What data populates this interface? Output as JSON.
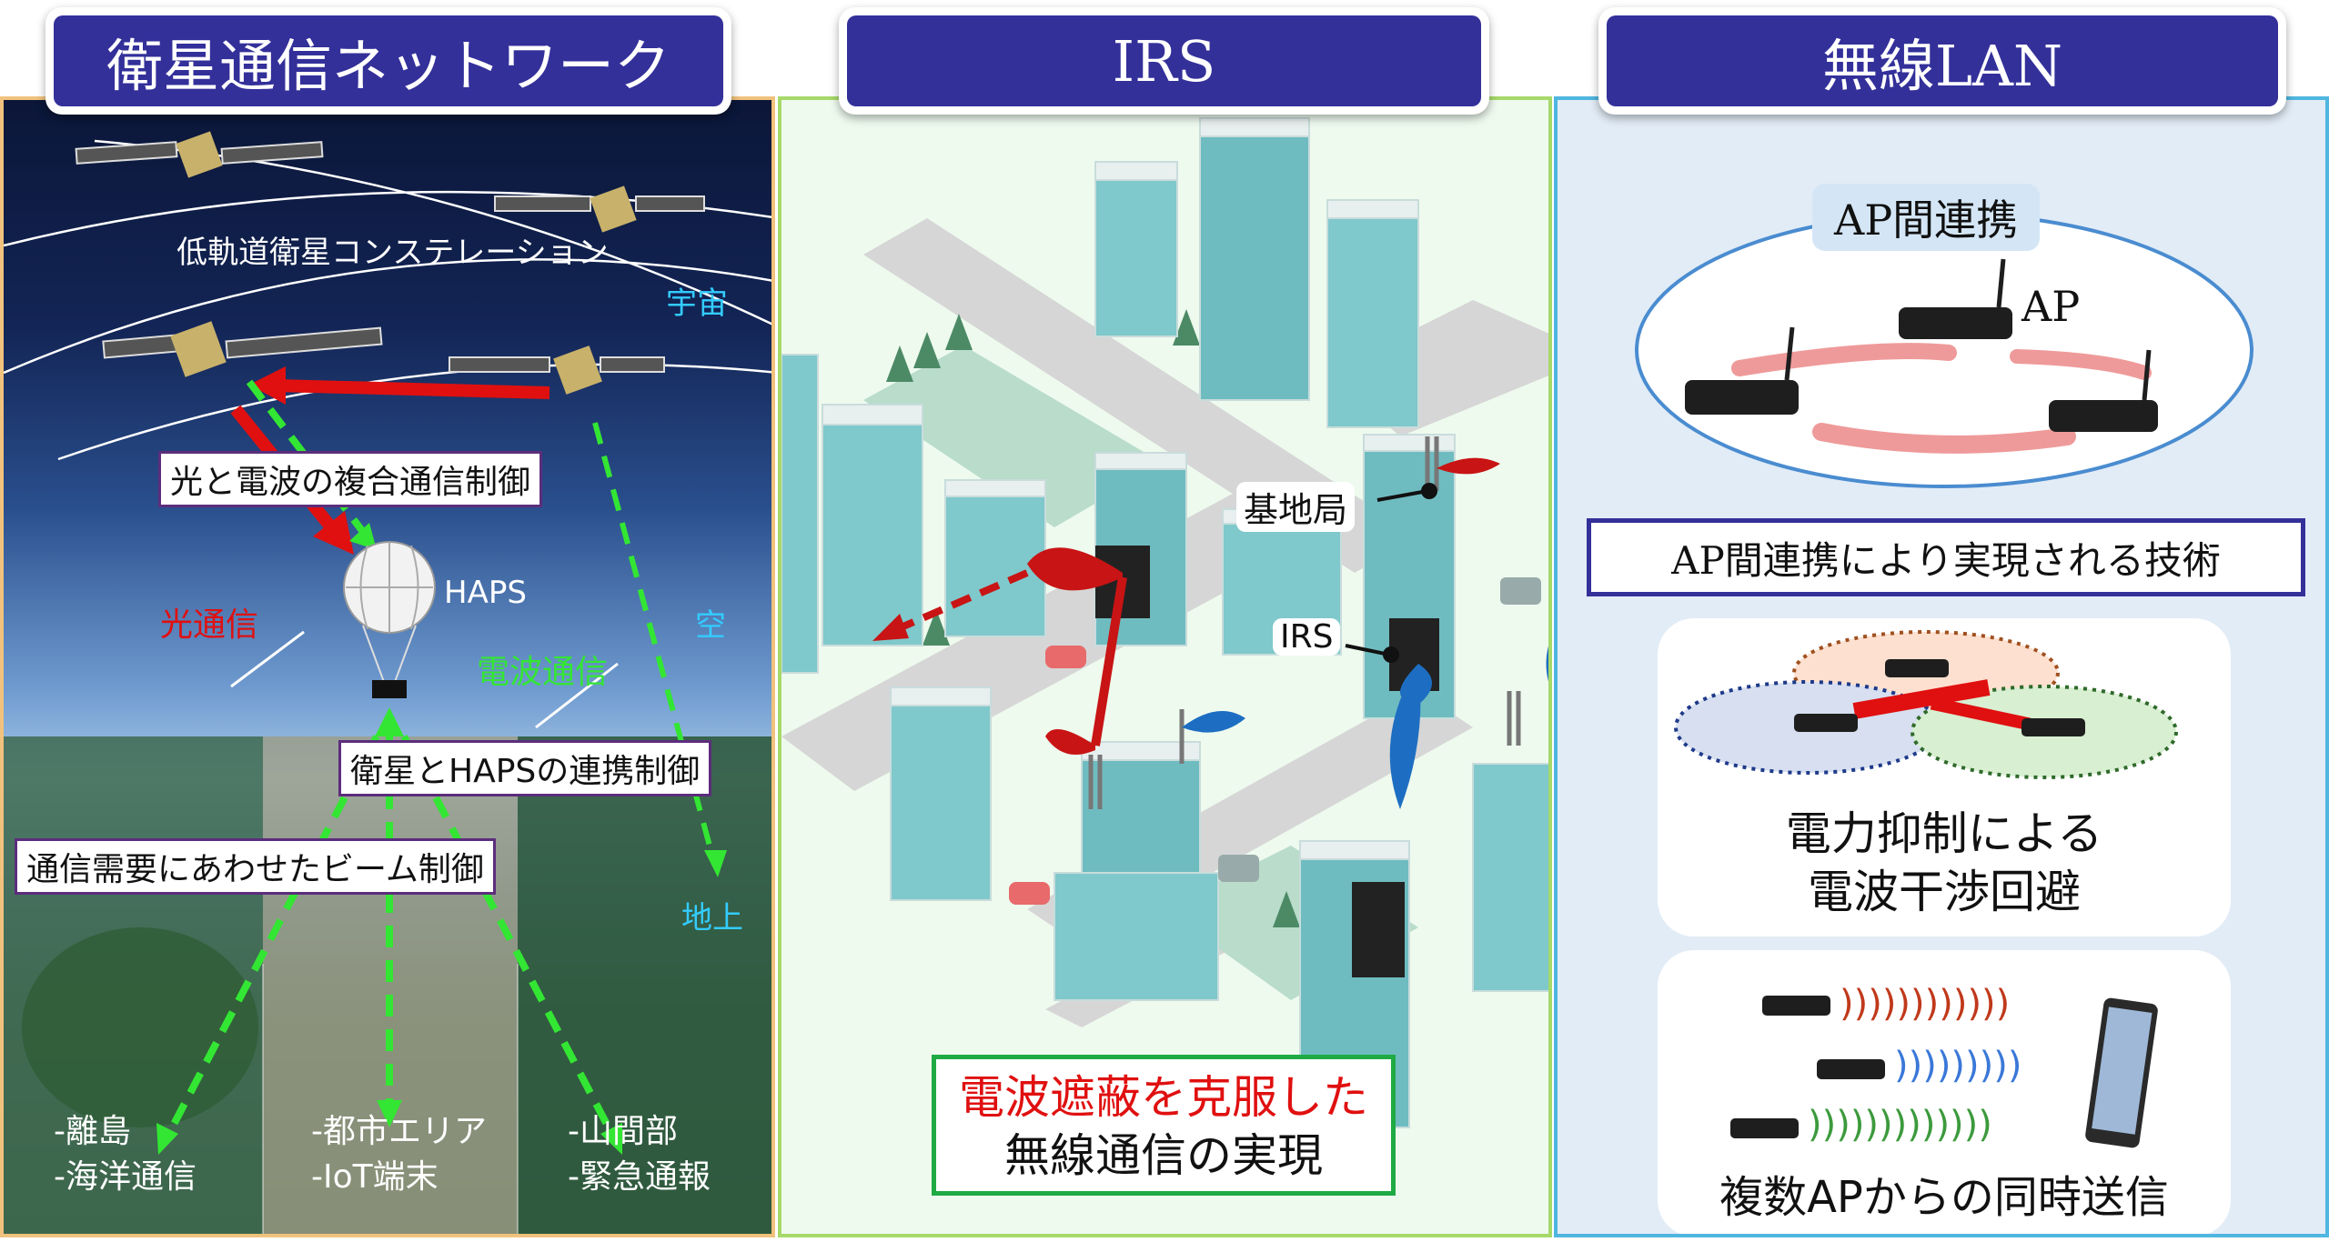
{
  "headers": {
    "satellite": "衛星通信ネットワーク",
    "irs": "IRS",
    "wlan": "無線LAN"
  },
  "satellite": {
    "constellation_label": "低軌道衛星コンステレーション",
    "space_label": "宇宙",
    "sky_label": "空",
    "ground_label": "地上",
    "hybrid_control": "光と電波の複合通信制御",
    "optical_label": "光通信",
    "radio_label": "電波通信",
    "haps_label": "HAPS",
    "sat_haps_control": "衛星とHAPSの連携制御",
    "beam_control": "通信需要にあわせたビーム制御",
    "areas": [
      {
        "line1": "-離島",
        "line2": "-海洋通信"
      },
      {
        "line1": "-都市エリア",
        "line2": "-IoT端末"
      },
      {
        "line1": "-山間部",
        "line2": "-緊急通報"
      }
    ],
    "colors": {
      "optical": "#e01010",
      "radio": "#33e633",
      "cyan": "#33ccff"
    }
  },
  "irs": {
    "base_station_label": "基地局",
    "irs_label": "IRS",
    "caption_line1": "電波遮蔽を克服した",
    "caption_line2": "無線通信の実現"
  },
  "wlan": {
    "coop_title": "AP間連携",
    "ap_label": "AP",
    "tech_box": "AP間連携により実現される技術",
    "power_line1": "電力抑制による",
    "power_line2": "電波干渉回避",
    "simul_label": "複数APからの同時送信"
  }
}
